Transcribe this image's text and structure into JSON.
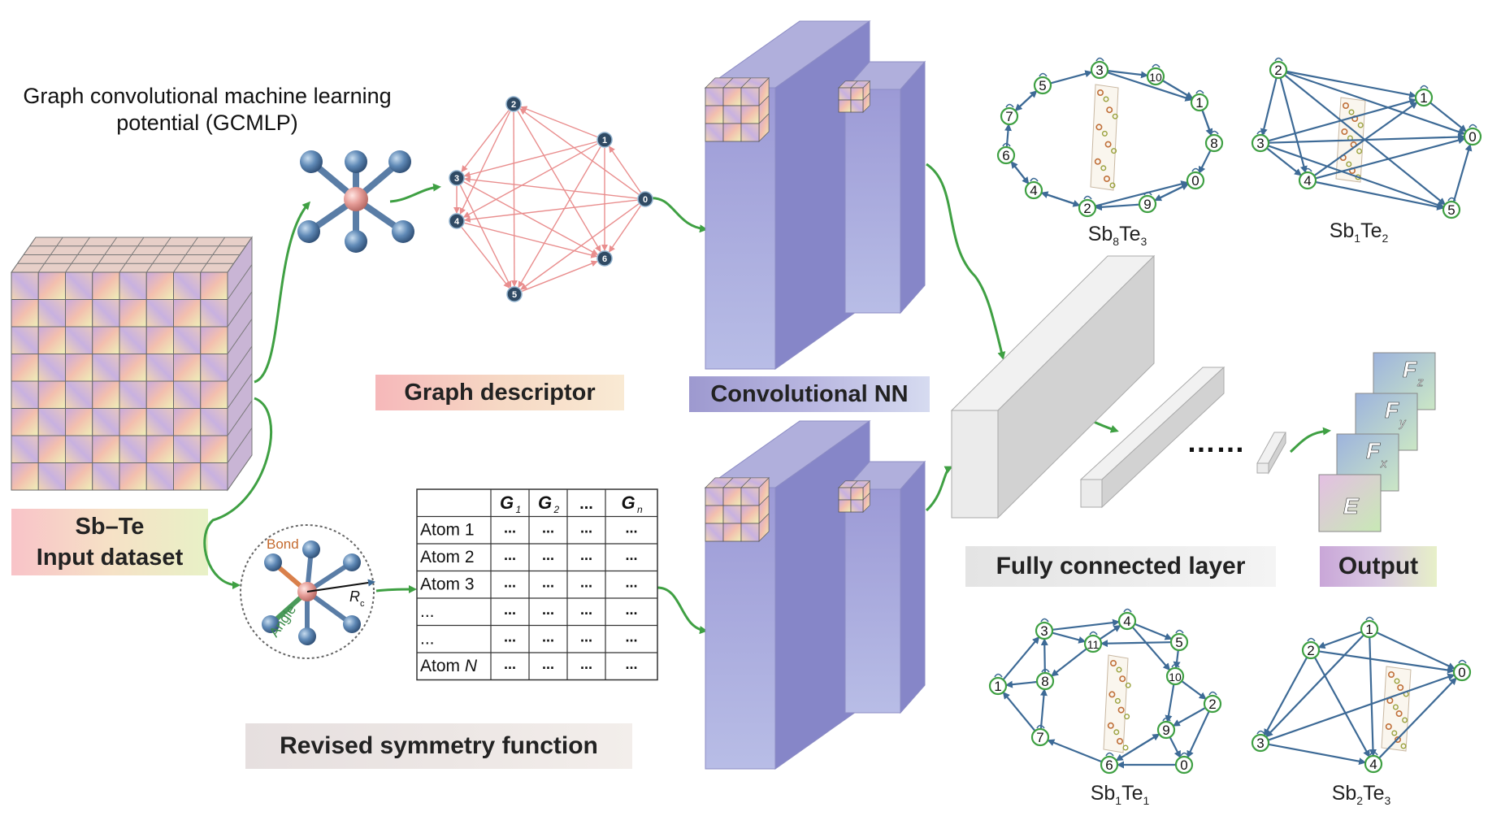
{
  "title": {
    "line1": "Graph convolutional machine learning",
    "line2": "potential (GCMLP)"
  },
  "labels": {
    "input_dataset_line1": "Sb–Te",
    "input_dataset_line2": "Input dataset",
    "graph_descriptor": "Graph descriptor",
    "convolutional_nn": "Convolutional NN",
    "revised_symmetry": "Revised symmetry function",
    "fully_connected": "Fully connected layer",
    "output": "Output",
    "dots": "……",
    "bond": "Bond",
    "angle": "Angle",
    "rc": "R",
    "rc_sub": "c"
  },
  "symmetry_table": {
    "headers": [
      "",
      "G",
      "G",
      "...",
      "G"
    ],
    "header_subs": [
      "",
      "1",
      "2",
      "",
      "n"
    ],
    "rows": [
      {
        "label": "Atom 1",
        "cells": [
          "...",
          "...",
          "...",
          "..."
        ]
      },
      {
        "label": "Atom 2",
        "cells": [
          "...",
          "...",
          "...",
          "..."
        ]
      },
      {
        "label": "Atom 3",
        "cells": [
          "...",
          "...",
          "...",
          "..."
        ]
      },
      {
        "label": "...",
        "cells": [
          "...",
          "...",
          "...",
          "..."
        ]
      },
      {
        "label": "...",
        "cells": [
          "...",
          "...",
          "...",
          "..."
        ]
      },
      {
        "label": "Atom N",
        "cells": [
          "...",
          "...",
          "...",
          "..."
        ]
      }
    ]
  },
  "outputs": [
    {
      "symbol": "F",
      "sub": "z"
    },
    {
      "symbol": "F",
      "sub": "y"
    },
    {
      "symbol": "F",
      "sub": "x"
    },
    {
      "symbol": "E",
      "sub": ""
    }
  ],
  "graph_descriptor_nodes": [
    "0",
    "1",
    "2",
    "3",
    "4",
    "5",
    "6"
  ],
  "structures": [
    {
      "name": "Sb8Te3",
      "elements": [
        {
          "el": "Sb",
          "n": "8"
        },
        {
          "el": "Te",
          "n": "3"
        }
      ],
      "nodes": [
        "0",
        "1",
        "2",
        "3",
        "4",
        "5",
        "6",
        "7",
        "8",
        "9",
        "10"
      ]
    },
    {
      "name": "Sb1Te2",
      "elements": [
        {
          "el": "Sb",
          "n": "1"
        },
        {
          "el": "Te",
          "n": "2"
        }
      ],
      "nodes": [
        "0",
        "1",
        "2",
        "3",
        "4",
        "5"
      ]
    },
    {
      "name": "Sb1Te1",
      "elements": [
        {
          "el": "Sb",
          "n": "1"
        },
        {
          "el": "Te",
          "n": "1"
        }
      ],
      "nodes": [
        "0",
        "1",
        "2",
        "3",
        "4",
        "5",
        "6",
        "7",
        "8",
        "9",
        "10",
        "11"
      ]
    },
    {
      "name": "Sb2Te3",
      "elements": [
        {
          "el": "Sb",
          "n": "2"
        },
        {
          "el": "Te",
          "n": "3"
        }
      ],
      "nodes": [
        "0",
        "1",
        "2",
        "3",
        "4"
      ]
    }
  ],
  "colors": {
    "arrow": "#3fa043",
    "graph_edge": "#e98e8e",
    "structure_edge": "#3d6a96",
    "conv_front": "#a9a8d8",
    "conv_side": "#8f8fcf",
    "fc_front": "#ececec",
    "fc_side": "#cfcfcf"
  }
}
